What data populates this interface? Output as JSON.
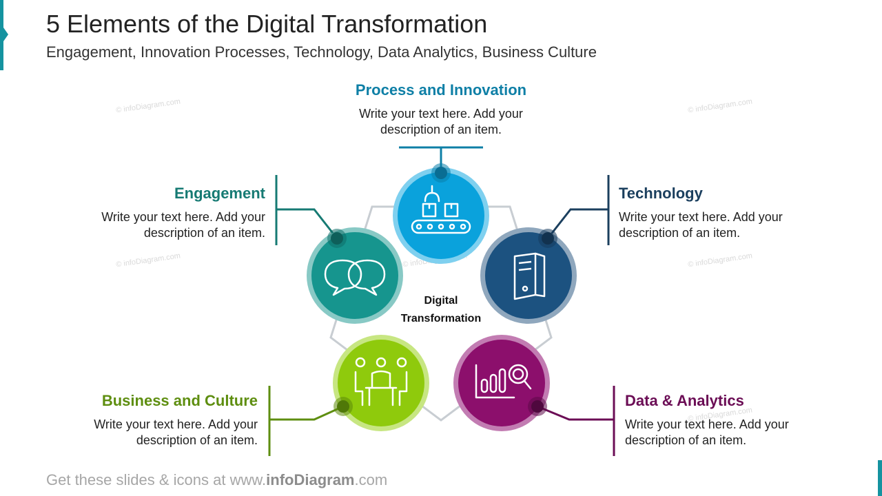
{
  "title": "5 Elements of the Digital Transformation",
  "subtitle": "Engagement, Innovation Processes, Technology, Data Analytics, Business Culture",
  "center_label": [
    "Digital",
    "Transformation"
  ],
  "watermark": "© infoDiagram.com",
  "colors": {
    "accent": "#1593a0",
    "process": "#0e7fa6",
    "engagement": "#167a73",
    "technology": "#1b3f5e",
    "business": "#5e8e10",
    "data": "#6b0d55"
  },
  "items": {
    "process": {
      "heading": "Process and Innovation",
      "desc": [
        "Write your text here. Add your",
        "description of an item."
      ],
      "icon": "conveyor-boxes-icon"
    },
    "engagement": {
      "heading": "Engagement",
      "desc": [
        "Write your text here. Add your",
        "description of an item."
      ],
      "icon": "speech-bubbles-icon"
    },
    "technology": {
      "heading": "Technology",
      "desc": [
        "Write your text here. Add your",
        "description of an item."
      ],
      "icon": "server-icon"
    },
    "business": {
      "heading": "Business and Culture",
      "desc": [
        "Write your text here. Add your",
        "description of an item."
      ],
      "icon": "meeting-table-icon"
    },
    "data": {
      "heading": "Data & Analytics",
      "desc": [
        "Write your text here. Add your",
        "description of an item."
      ],
      "icon": "chart-magnifier-icon"
    }
  },
  "footer": {
    "prefix": "Get these slides & icons at www.",
    "brand": "infoDiagram",
    "suffix": ".com"
  }
}
